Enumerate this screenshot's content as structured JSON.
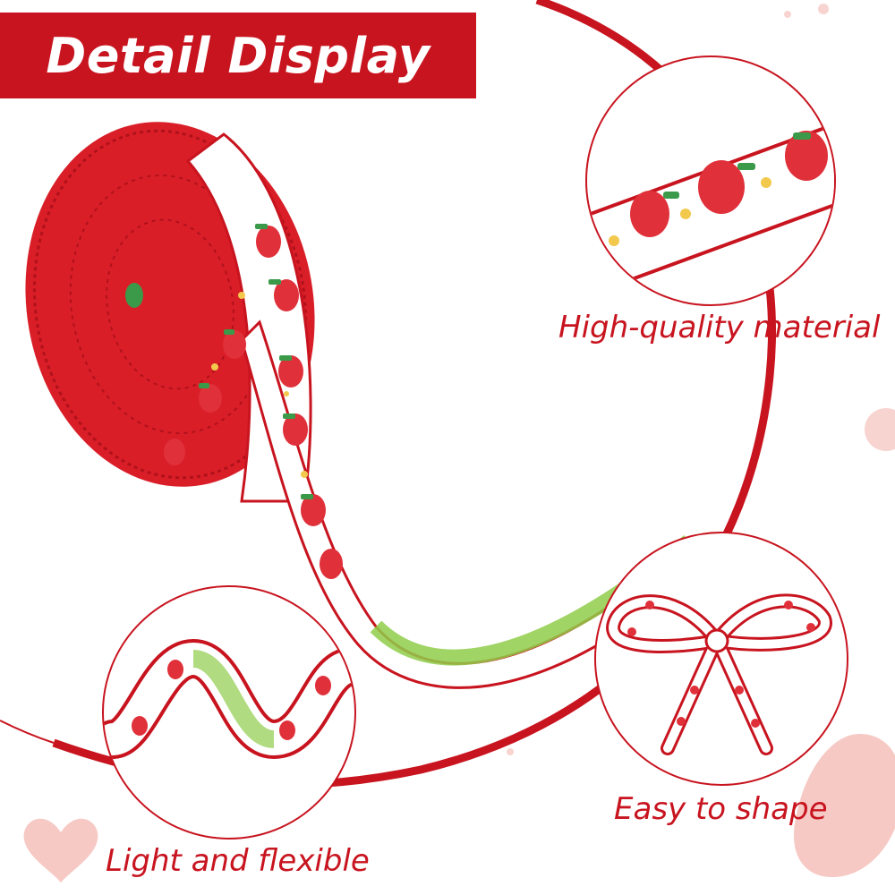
{
  "banner": {
    "title": "Detail Display"
  },
  "features": [
    {
      "label": "High-quality material"
    },
    {
      "label": "Easy to shape"
    },
    {
      "label": "Light and flexible"
    }
  ],
  "colors": {
    "accent": "#c8141f",
    "strawberry": "#e0303a",
    "leaf": "#3a9a4a",
    "ribbon_base": "#ffffff",
    "pink_decor": "#f6c9c4"
  },
  "icons": [
    "strawberry-icon",
    "heart-icon",
    "ribbon-roll",
    "ribbon-bow",
    "ribbon-wave"
  ]
}
